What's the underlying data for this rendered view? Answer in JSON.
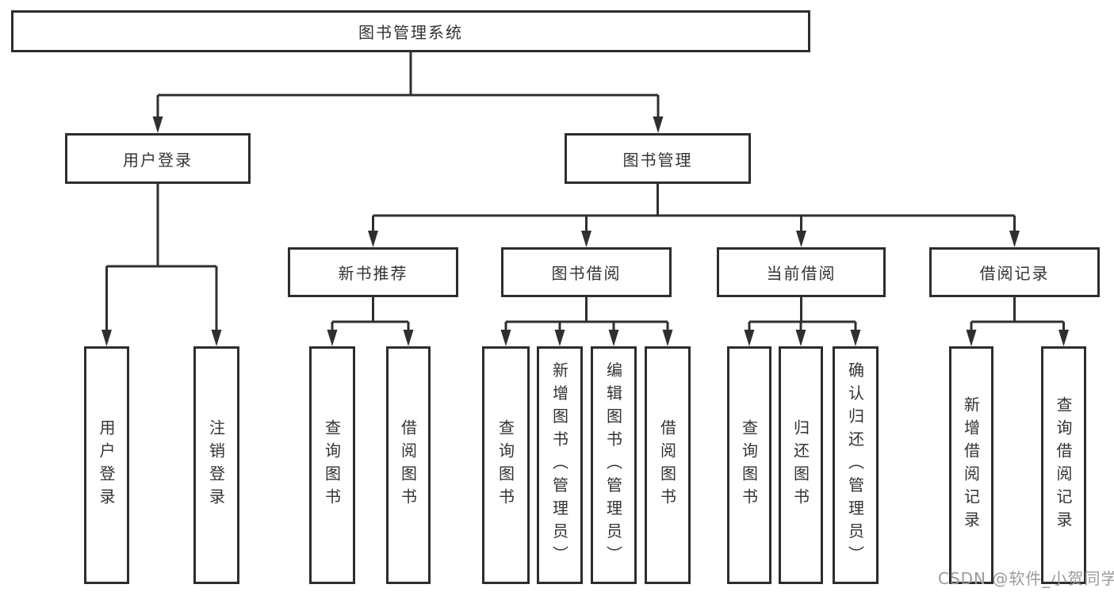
{
  "tree": {
    "label": "图书管理系统",
    "children": [
      {
        "label": "用户登录",
        "children": [
          {
            "label": "用户登录"
          },
          {
            "label": "注销登录"
          }
        ]
      },
      {
        "label": "图书管理",
        "children": [
          {
            "label": "新书推荐",
            "children": [
              {
                "label": "查询图书"
              },
              {
                "label": "借阅图书"
              }
            ]
          },
          {
            "label": "图书借阅",
            "children": [
              {
                "label": "查询图书"
              },
              {
                "label": "新增图书（管理员）"
              },
              {
                "label": "编辑图书（管理员）"
              },
              {
                "label": "借阅图书"
              }
            ]
          },
          {
            "label": "当前借阅",
            "children": [
              {
                "label": "查询图书"
              },
              {
                "label": "归还图书"
              },
              {
                "label": "确认归还（管理员）"
              }
            ]
          },
          {
            "label": "借阅记录",
            "children": [
              {
                "label": "新增借阅记录"
              },
              {
                "label": "查询借阅记录"
              }
            ]
          }
        ]
      }
    ]
  },
  "watermark": "CSDN @软件_小贺同学",
  "colors": {
    "line": "#2f2f2f",
    "border": "#2d2d2d",
    "text": "#333333",
    "watermark": "#9b9b9b",
    "background": "#ffffff"
  }
}
